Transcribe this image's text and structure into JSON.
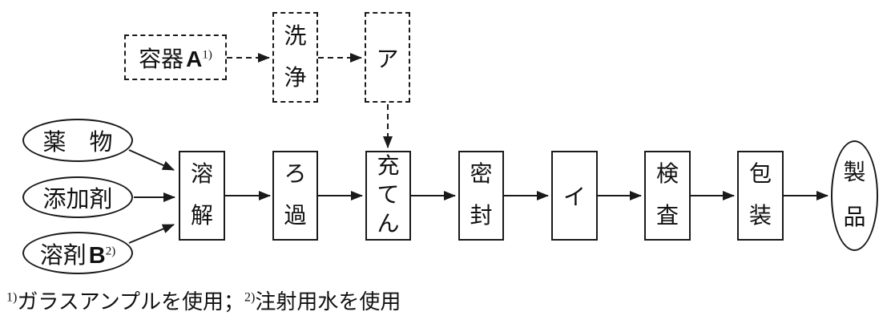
{
  "diagram": {
    "prep": {
      "container_a": {
        "text": "容器",
        "latin": "A",
        "sup": "1)"
      },
      "washing": {
        "label": "洗浄"
      },
      "blank_a": {
        "label": "ア"
      }
    },
    "inputs": {
      "drug": {
        "label": "薬　物"
      },
      "additive": {
        "label": "添加剤"
      },
      "solvent_b": {
        "text": "溶剤",
        "latin": "B",
        "sup": "2)"
      }
    },
    "process": {
      "dissolve": {
        "label": "溶解"
      },
      "filtration": {
        "label": "ろ過"
      },
      "filling": {
        "label": "充てん"
      },
      "sealing": {
        "label": "密封"
      },
      "blank_i": {
        "label": "イ"
      },
      "inspection": {
        "label": "検査"
      },
      "packaging": {
        "label": "包装"
      },
      "product": {
        "label": "製品"
      }
    },
    "footnote": {
      "sup1": "1)",
      "note1": "ガラスアンプルを使用；",
      "sup2": "2)",
      "note2": "注射用水を使用"
    },
    "colors": {
      "line": "#1a1a1a",
      "background": "#ffffff"
    }
  }
}
